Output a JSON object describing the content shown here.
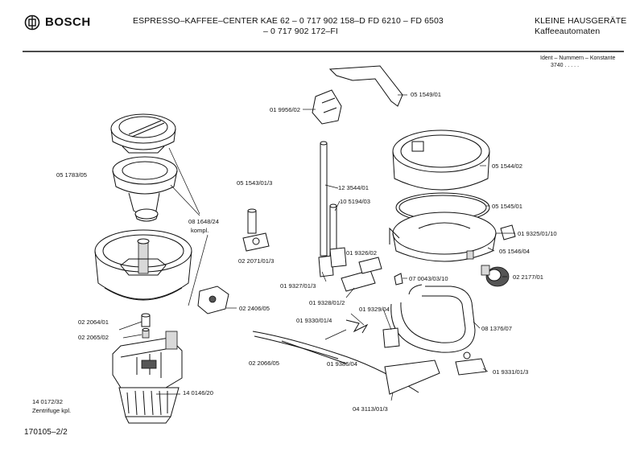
{
  "header": {
    "brand": "BOSCH",
    "title_line1": "ESPRESSO–KAFFEE–CENTER KAE 62 – 0 717 902 158–D    FD 6210 – FD 6503",
    "title_line2": "– 0 717 902 172–FI",
    "category_line1": "KLEINE HAUSGERÄTE",
    "category_line2": "Kaffeeautomaten",
    "ident_label": "Ident – Nummern – Konstante",
    "ident_value": "3740   .  .  .  .  ."
  },
  "footer": {
    "doc_number": "170105–2/2"
  },
  "parts": [
    {
      "id": "p-9956",
      "label": "01 9956/02"
    },
    {
      "id": "p-1549",
      "label": "05 1549/01"
    },
    {
      "id": "p-1783",
      "label": "05 1783/05"
    },
    {
      "id": "p-1543",
      "label": "05 1543/01/3"
    },
    {
      "id": "p-3544",
      "label": "12 3544/01"
    },
    {
      "id": "p-5194",
      "label": "10 5194/03"
    },
    {
      "id": "p-1544",
      "label": "05 1544/02"
    },
    {
      "id": "p-1545",
      "label": "05 1545/01"
    },
    {
      "id": "p-1648",
      "label": "08 1648/24"
    },
    {
      "id": "p-kompl",
      "label": "kompl."
    },
    {
      "id": "p-9325",
      "label": "01 9325/01/10"
    },
    {
      "id": "p-1546",
      "label": "05 1546/04"
    },
    {
      "id": "p-2071",
      "label": "02 2071/01/3"
    },
    {
      "id": "p-9326",
      "label": "01 9326/02"
    },
    {
      "id": "p-2177",
      "label": "02 2177/01"
    },
    {
      "id": "p-0043",
      "label": "07 0043/03/10"
    },
    {
      "id": "p-9327",
      "label": "01 9327/01/3"
    },
    {
      "id": "p-2406",
      "label": "02 2406/05"
    },
    {
      "id": "p-9328",
      "label": "01 9328/01/2"
    },
    {
      "id": "p-9329",
      "label": "01 9329/04"
    },
    {
      "id": "p-2064",
      "label": "02 2064/01"
    },
    {
      "id": "p-9330",
      "label": "01 9330/01/4"
    },
    {
      "id": "p-1376",
      "label": "08 1376/07"
    },
    {
      "id": "p-2065",
      "label": "02 2065/02"
    },
    {
      "id": "p-2066",
      "label": "02 2066/05"
    },
    {
      "id": "p-9386",
      "label": "01 9386/04"
    },
    {
      "id": "p-9331",
      "label": "01 9331/01/3"
    },
    {
      "id": "p-0172",
      "label": "14 0172/32"
    },
    {
      "id": "p-zentr",
      "label": "Zentrifuge kpl."
    },
    {
      "id": "p-0146",
      "label": "14 0146/20"
    },
    {
      "id": "p-3113",
      "label": "04 3113/01/3"
    }
  ]
}
